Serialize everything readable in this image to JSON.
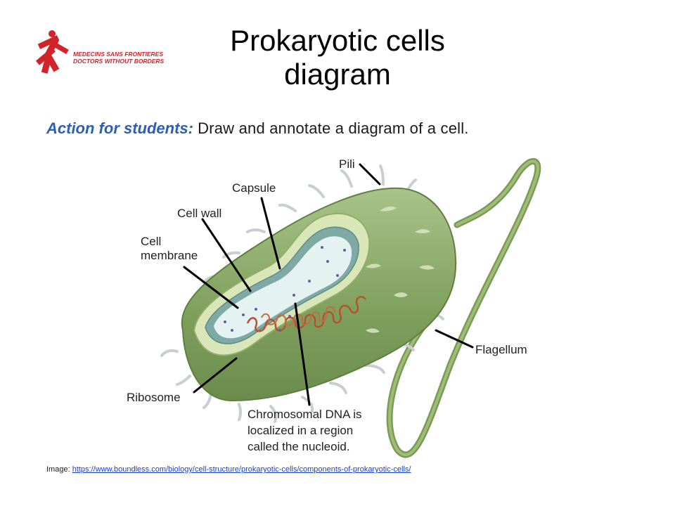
{
  "logo": {
    "icon": "msf-running-man-logo",
    "line1": "MEDECINS SANS FRONTIERES",
    "line2": "DOCTORS WITHOUT BORDERS",
    "color": "#d2232a"
  },
  "title": {
    "line1": "Prokaryotic cells",
    "line2": "diagram"
  },
  "action": {
    "lead": "Action for students:",
    "text": "Draw and annotate a diagram of a cell.",
    "lead_color": "#2b5fb3"
  },
  "diagram": {
    "labels": {
      "pili": "Pili",
      "capsule": "Capsule",
      "cell_wall": "Cell wall",
      "cell_membrane_1": "Cell",
      "cell_membrane_2": "membrane",
      "ribosome": "Ribosome",
      "flagellum": "Flagellum",
      "dna_1": "Chromosomal DNA is",
      "dna_2": "localized in a region",
      "dna_3": "called the nucleoid."
    },
    "colors": {
      "capsule": "#8fae6a",
      "wall": "#d9e7b8",
      "membrane": "#7fa9a4",
      "cytoplasm": "#e4f2f2",
      "dna": "#b5522f",
      "ribosome": "#6a5aa8",
      "pili": "#c9ced0"
    }
  },
  "credit": {
    "prefix": "Image:",
    "url": "https://www.boundless.com/biology/cell-structure/prokaryotic-cells/components-of-prokaryotic-cells/"
  }
}
